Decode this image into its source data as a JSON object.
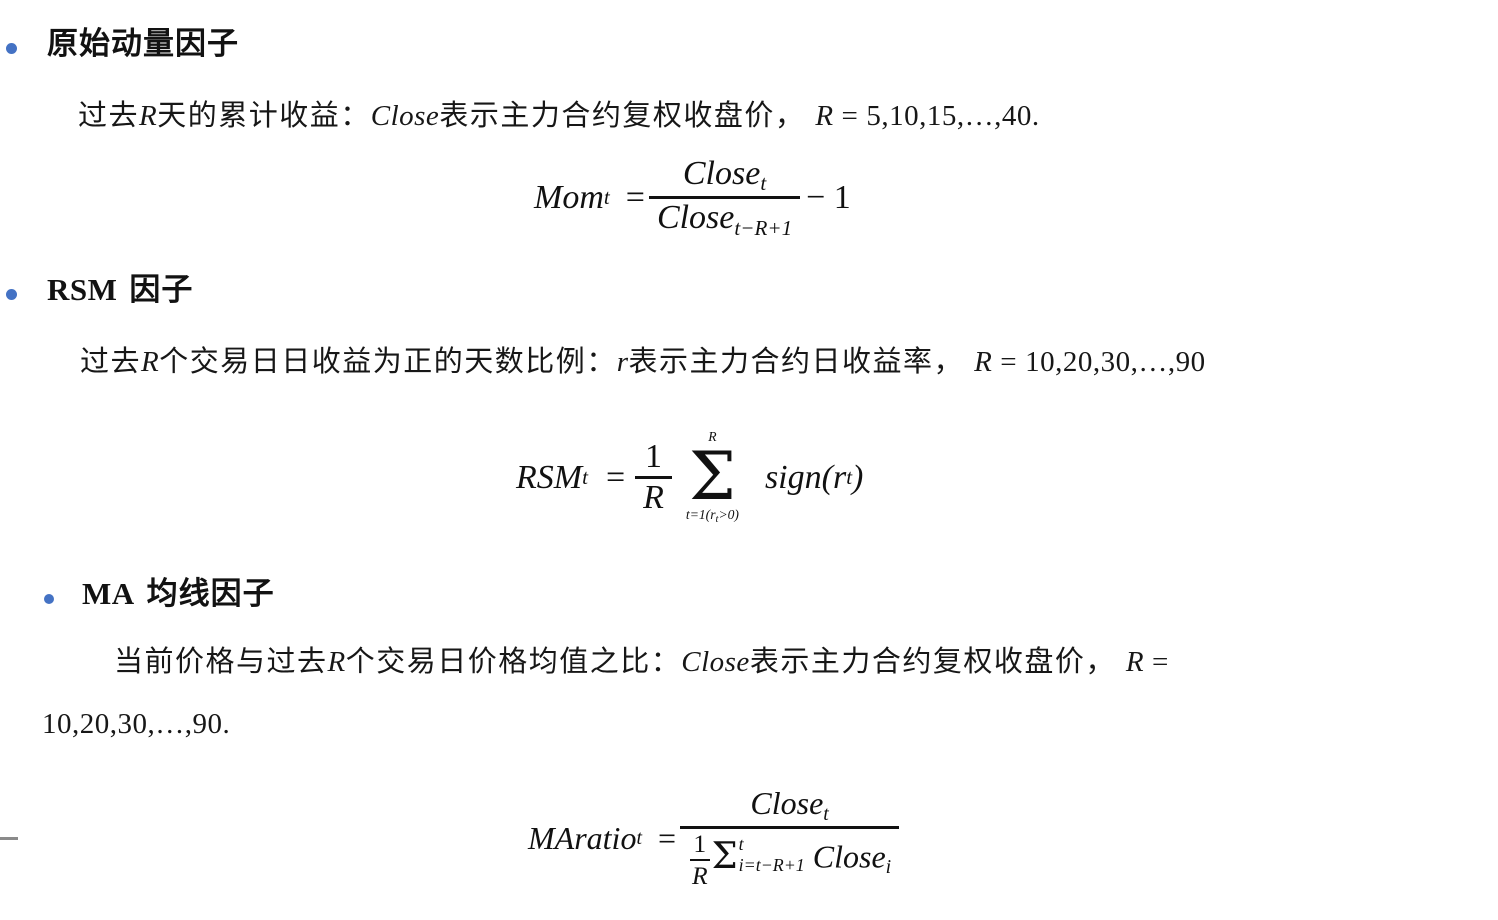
{
  "document": {
    "background_color": "#ffffff",
    "bullet_color": "#4472C4",
    "text_color": "#171717"
  },
  "sections": [
    {
      "bullet": "•",
      "heading": "原始动量因子",
      "description": {
        "part1": "过去",
        "var1": "R",
        "part2": "天的累计收益：",
        "var2": "Close",
        "part3": "表示主力合约复权收盘价，",
        "var3": "R",
        "equals": "=",
        "range": "5,10,15,…,40",
        "period": "."
      },
      "formula": {
        "lhs": "Mom",
        "lhs_sub": "t",
        "eq": "=",
        "numerator": "Close",
        "numerator_sub": "t",
        "denominator": "Close",
        "denominator_sub": "t−R+1",
        "tail": "− 1"
      }
    },
    {
      "bullet": "•",
      "heading_latin": "RSM",
      "heading_cn": "因子",
      "description": {
        "part1": "过去",
        "var1": "R",
        "part2": "个交易日日收益为正的天数比例：",
        "var2": "r",
        "part3": "表示主力合约日收益率，",
        "var3": "R",
        "equals": "=",
        "range": "10,20,30,…,90"
      },
      "formula": {
        "lhs": "RSM",
        "lhs_sub": "t",
        "eq": "=",
        "frac_num": "1",
        "frac_den": "R",
        "sum_upper": "R",
        "sum_lower": "t=1(r",
        "sum_lower_sub": "t",
        "sum_lower_tail": ">0)",
        "summand": "sign(r",
        "summand_sub": "t",
        "summand_tail": ")"
      }
    },
    {
      "bullet": "•",
      "heading_latin": "MA",
      "heading_cn": "均线因子",
      "description": {
        "part1": "当前价格与过去",
        "var1": "R",
        "part2": "个交易日价格均值之比：",
        "var2": "Close",
        "part3": "表示主力合约复权收盘价，",
        "var3": "R",
        "equals": "=",
        "range_line2": "10,20,30,…,90",
        "period": "."
      },
      "formula": {
        "lhs": "MAratio",
        "lhs_sub": "t",
        "eq": "=",
        "numerator": "Close",
        "numerator_sub": "t",
        "den_frac_num": "1",
        "den_frac_den": "R",
        "den_sigma": "Σ",
        "den_sum_upper": "t",
        "den_sum_lower": "i=t−R+1",
        "den_term": "Close",
        "den_term_sub": "i"
      }
    }
  ]
}
